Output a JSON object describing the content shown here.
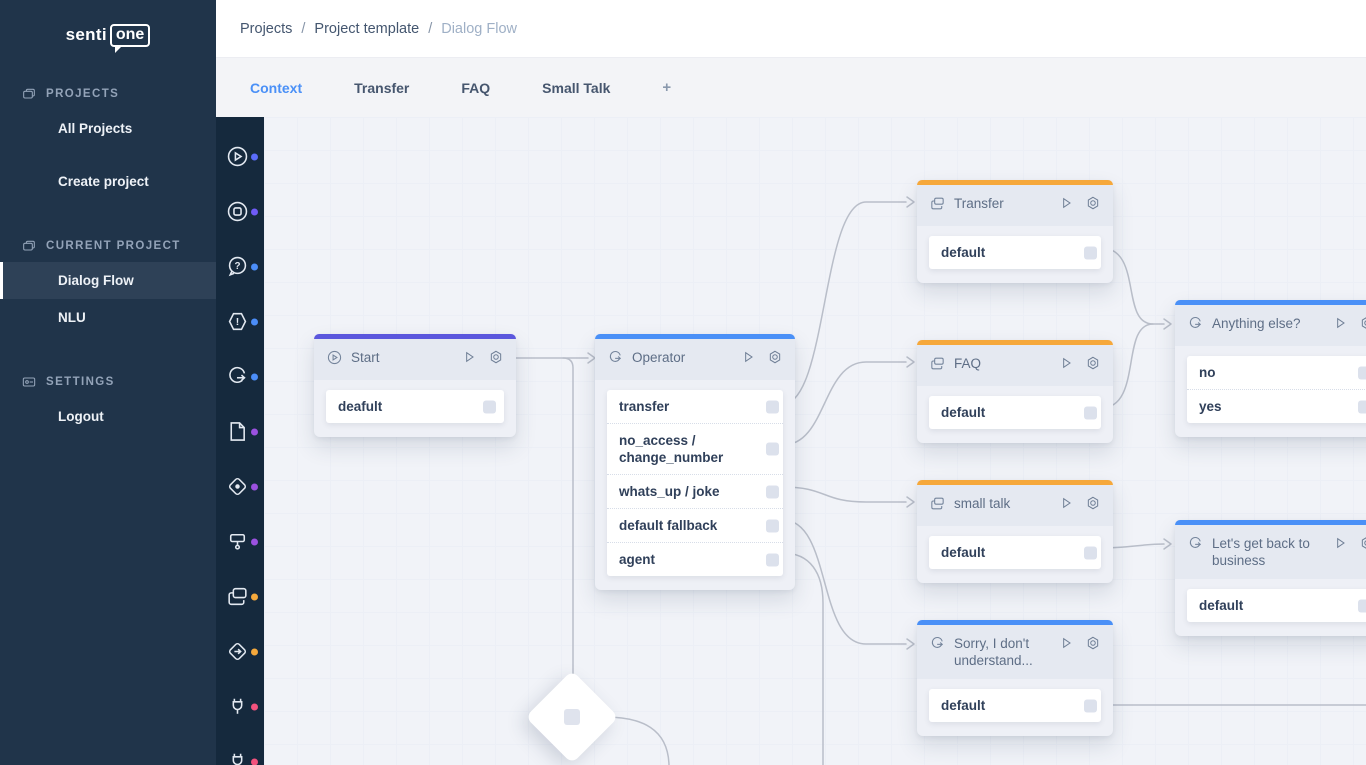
{
  "sidebar": {
    "logo": {
      "part1": "senti",
      "part2": "one"
    },
    "sections": [
      {
        "label": "PROJECTS",
        "icon": "projects-icon",
        "items": [
          {
            "label": "All Projects"
          },
          {
            "label": "Create project"
          }
        ]
      },
      {
        "label": "CURRENT PROJECT",
        "icon": "current-project-icon",
        "items": [
          {
            "label": "Dialog Flow",
            "active": true
          },
          {
            "label": "NLU"
          }
        ]
      },
      {
        "label": "SETTINGS",
        "icon": "settings-icon",
        "items": [
          {
            "label": "Logout"
          }
        ]
      }
    ]
  },
  "breadcrumb": {
    "items": [
      "Projects",
      "Project template",
      "Dialog Flow"
    ],
    "separator": "/"
  },
  "tabs": {
    "items": [
      "Context",
      "Transfer",
      "FAQ",
      "Small Talk"
    ],
    "active": "Context",
    "add_label": "+"
  },
  "palette": {
    "icons": [
      {
        "name": "play-circle-icon",
        "dot": "#5b6cfa"
      },
      {
        "name": "stop-circle-icon",
        "dot": "#6f5bf7"
      },
      {
        "name": "question-bubble-icon",
        "dot": "#4b8df8"
      },
      {
        "name": "alert-hexagon-icon",
        "dot": "#4b8df8"
      },
      {
        "name": "chat-arrow-icon",
        "dot": "#4b8df8"
      },
      {
        "name": "document-icon",
        "dot": "#9b51e0"
      },
      {
        "name": "diamond-dot-icon",
        "dot": "#9b51e0"
      },
      {
        "name": "paint-roller-icon",
        "dot": "#9b51e0"
      },
      {
        "name": "stacked-cards-icon",
        "dot": "#f5a93c"
      },
      {
        "name": "diamond-arrow-icon",
        "dot": "#f5a93c"
      },
      {
        "name": "plug-icon",
        "dot": "#f2527d"
      },
      {
        "name": "plug-icon",
        "dot": "#f2527d"
      }
    ]
  },
  "canvas": {
    "accent_colors": {
      "indigo": "#5b57dd",
      "blue": "#4a90f7",
      "orange": "#f6a83b"
    },
    "nodes": [
      {
        "title": "Start",
        "accent": "#5b57dd",
        "icon": "play-circle-icon",
        "rows": [
          "deafult"
        ]
      },
      {
        "title": "Operator",
        "accent": "#4a90f7",
        "icon": "chat-arrow-icon",
        "rows": [
          "transfer",
          "no_access / change_number",
          "whats_up / joke",
          "default fallback",
          "agent"
        ]
      },
      {
        "title": "Transfer",
        "accent": "#f6a83b",
        "icon": "stacked-cards-icon",
        "rows": [
          "default"
        ]
      },
      {
        "title": "FAQ",
        "accent": "#f6a83b",
        "icon": "stacked-cards-icon",
        "rows": [
          "default"
        ]
      },
      {
        "title": "small talk",
        "accent": "#f6a83b",
        "icon": "stacked-cards-icon",
        "rows": [
          "default"
        ]
      },
      {
        "title": "Sorry, I don't understand...",
        "accent": "#4a90f7",
        "icon": "chat-arrow-icon",
        "rows": [
          "default"
        ]
      },
      {
        "title": "Anything else?",
        "accent": "#4a90f7",
        "icon": "chat-arrow-icon",
        "rows": [
          "no",
          "yes"
        ]
      },
      {
        "title": "Let's get back to business",
        "accent": "#4a90f7",
        "icon": "chat-arrow-icon",
        "rows": [
          "default"
        ]
      }
    ],
    "connections": [
      {
        "from": "Start",
        "to": "Operator"
      },
      {
        "from": "Start",
        "to": "decision-diamond"
      },
      {
        "from": "Operator.transfer",
        "to": "Transfer"
      },
      {
        "from": "Operator.no_access / change_number",
        "to": "FAQ"
      },
      {
        "from": "Operator.whats_up / joke",
        "to": "small talk"
      },
      {
        "from": "Operator.default fallback",
        "to": "Sorry, I don't understand..."
      },
      {
        "from": "Operator.agent",
        "to": "offscreen-bottom"
      },
      {
        "from": "Transfer.default",
        "to": "Anything else?"
      },
      {
        "from": "FAQ.default",
        "to": "Anything else?"
      },
      {
        "from": "small talk.default",
        "to": "Let's get back to business"
      },
      {
        "from": "Sorry, I don't understand....default",
        "to": "offscreen-right"
      },
      {
        "from": "decision-diamond",
        "to": "offscreen-bottom"
      }
    ]
  }
}
